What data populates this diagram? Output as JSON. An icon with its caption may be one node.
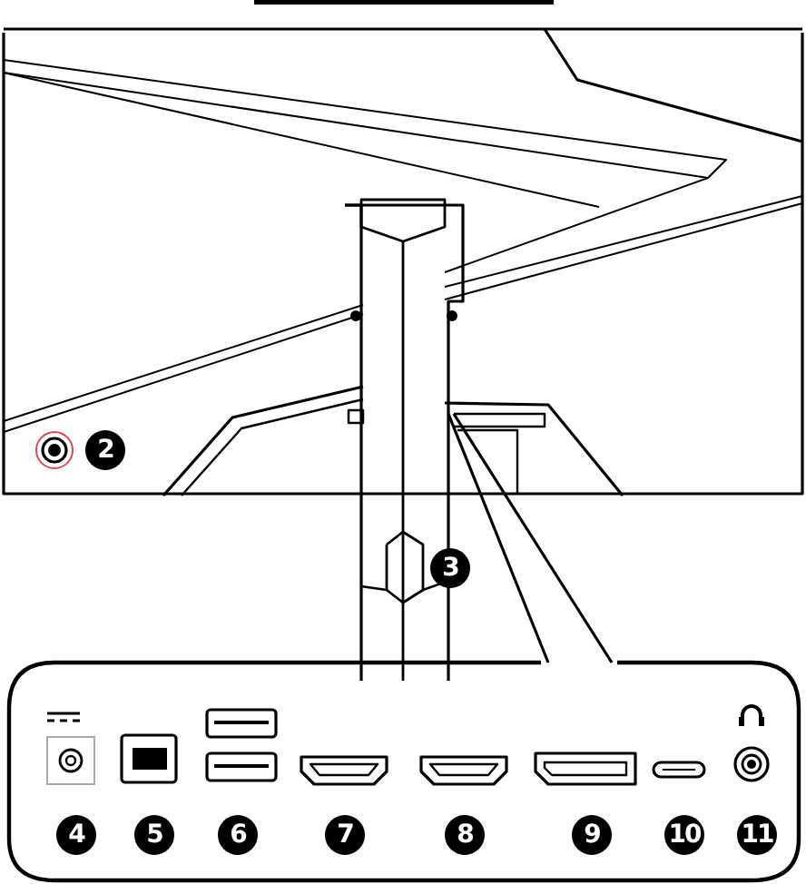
{
  "diagram": {
    "labels": [
      "2",
      "3",
      "4",
      "5",
      "6",
      "7",
      "8",
      "9",
      "10",
      "11"
    ]
  }
}
